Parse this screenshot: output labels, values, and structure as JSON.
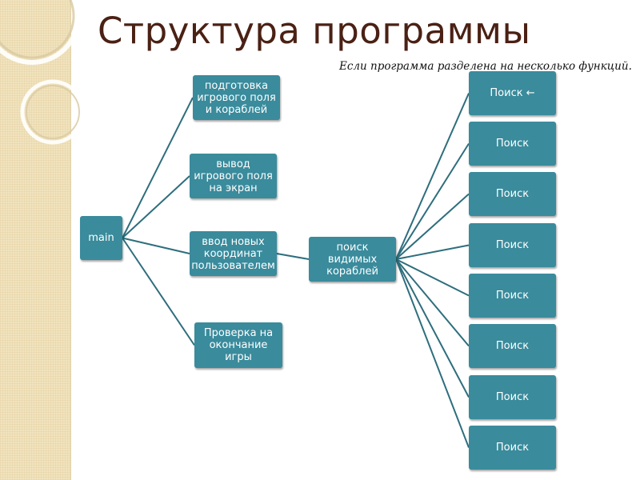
{
  "slide": {
    "title": "Структура программы",
    "subtitle": "Если программа разделена на несколько функций."
  },
  "colors": {
    "node_fill": "#3a8b9c",
    "connector": "#2e6e7d",
    "title_text": "#4a2114",
    "side_band": "#f1e3bd"
  },
  "diagram": {
    "root": "main",
    "functions": [
      "подготовка игрового поля и кораблей",
      "вывод игрового поля на экран",
      "ввод новых координат пользователем",
      "Проверка на окончание игры"
    ],
    "search_node": "поиск видимых кораблей",
    "searches": [
      "Поиск ←",
      "Поиск",
      "Поиск",
      "Поиск",
      "Поиск",
      "Поиск",
      "Поиск",
      "Поиск"
    ]
  }
}
